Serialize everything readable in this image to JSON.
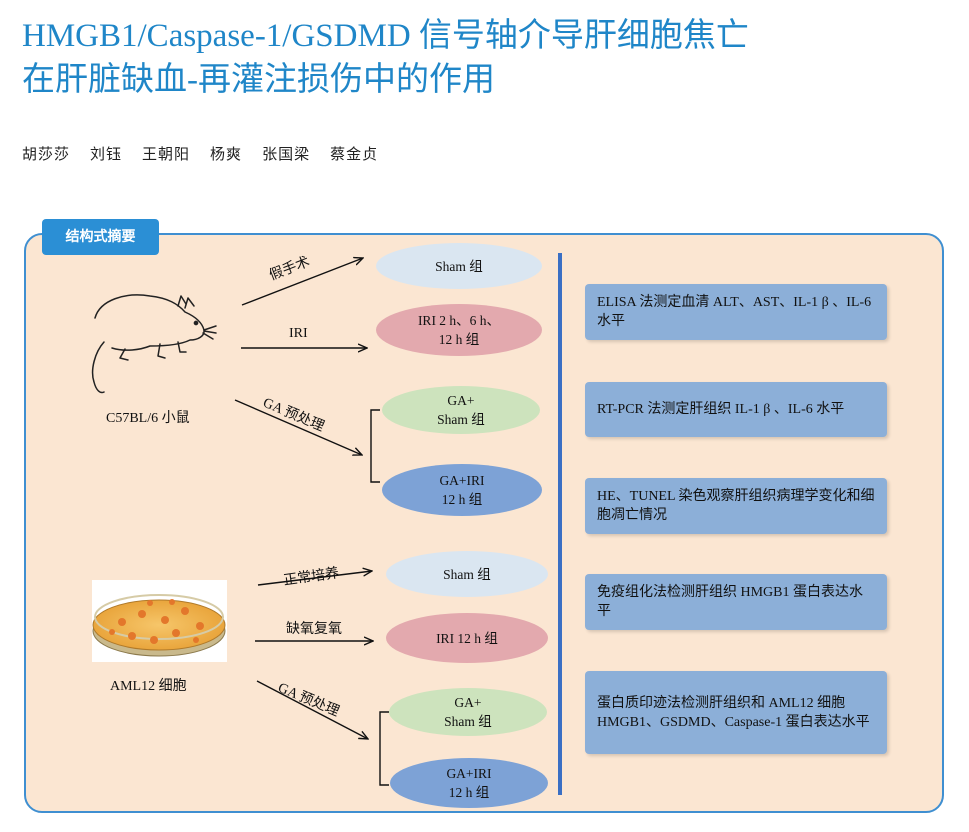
{
  "title": {
    "line1": "HMGB1/Caspase-1/GSDMD 信号轴介导肝细胞焦亡",
    "line2": "在肝脏缺血-再灌注损伤中的作用"
  },
  "authors": [
    "胡莎莎",
    "刘钰",
    "王朝阳",
    "杨爽",
    "张国梁",
    "蔡金贞"
  ],
  "panel": {
    "tag": "结构式摘要"
  },
  "mouse_section": {
    "subject_label": "C57BL/6 小鼠",
    "arrows": {
      "sham": "假手术",
      "iri": "IRI",
      "ga": "GA 预处理"
    },
    "groups": {
      "sham": "Sham 组",
      "iri_line1": "IRI 2 h、6 h、",
      "iri_line2": "12 h 组",
      "ga_sham_line1": "GA+",
      "ga_sham_line2": "Sham 组",
      "ga_iri_line1": "GA+IRI",
      "ga_iri_line2": "12 h 组"
    }
  },
  "cell_section": {
    "subject_label": "AML12 细胞",
    "arrows": {
      "sham": "正常培养",
      "iri": "缺氧复氧",
      "ga": "GA 预处理"
    },
    "groups": {
      "sham": "Sham 组",
      "iri": "IRI 12 h 组",
      "ga_sham_line1": "GA+",
      "ga_sham_line2": "Sham 组",
      "ga_iri_line1": "GA+IRI",
      "ga_iri_line2": "12 h 组"
    }
  },
  "methods": [
    "ELISA 法测定血清 ALT、AST、IL-1 β 、IL-6 水平",
    "RT-PCR 法测定肝组织 IL-1 β 、IL-6 水平",
    "HE、TUNEL 染色观察肝组织病理学变化和细胞凋亡情况",
    "免疫组化法检测肝组织 HMGB1 蛋白表达水平",
    "蛋白质印迹法检测肝组织和 AML12 细胞 HMGB1、GSDMD、Caspase-1 蛋白表达水平"
  ],
  "colors": {
    "title": "#1f86c8",
    "panel_bg": "#fbe6d2",
    "panel_border": "#3f8fd1",
    "sham_ellipse": "#dae6f1",
    "iri_ellipse": "#e3a9ae",
    "ga_sham_ellipse": "#cde3bd",
    "ga_iri_ellipse": "#7da2d6",
    "method_box": "#8cafd8",
    "divider": "#3a6fc4"
  }
}
